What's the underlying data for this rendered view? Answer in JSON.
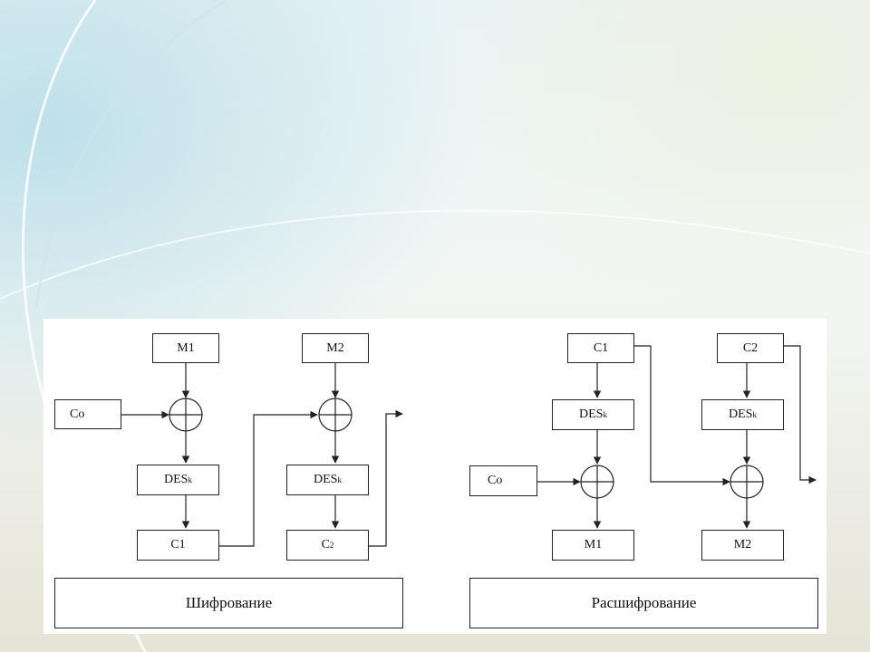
{
  "encryption": {
    "m1": "M1",
    "m2": "M2",
    "c0": "Co",
    "des1": "DES",
    "des1_sub": "k",
    "des2": "DES",
    "des2_sub": "k",
    "c1": "C1",
    "c2": "C",
    "c2_sub": "2",
    "title": "Шифрование"
  },
  "decryption": {
    "c1": "C1",
    "c2": "C2",
    "c0": "Co",
    "des1": "DES",
    "des1_sub": "k",
    "des2": "DES",
    "des2_sub": "k",
    "m1": "M1",
    "m2": "M2",
    "title": "Расшифрование"
  },
  "colors": {
    "background": "#dfeef1",
    "panel": "#ffffff",
    "stroke": "#222222"
  }
}
